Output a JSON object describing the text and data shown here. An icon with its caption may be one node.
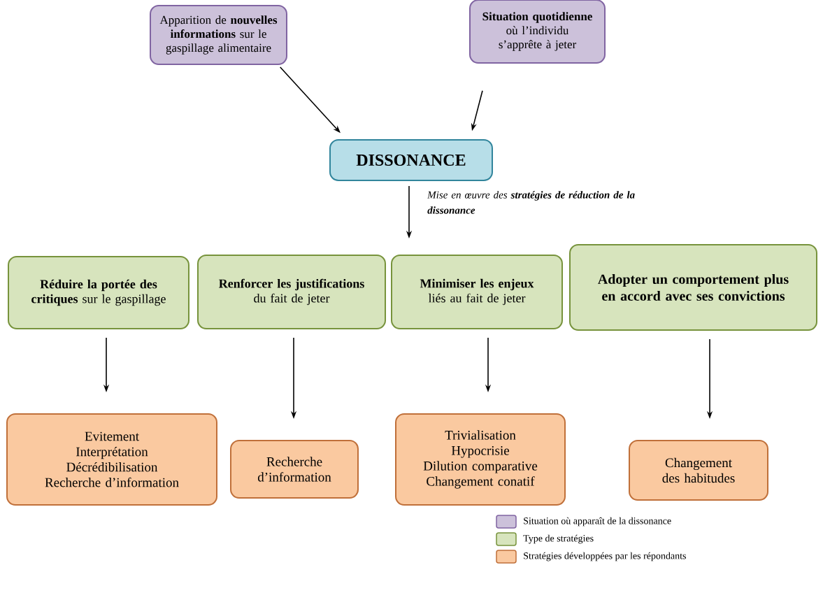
{
  "diagram": {
    "nodes": [
      {
        "text": [
          "Apparition de **nouvelles informations** sur le gaspillage alimentaire"
        ]
      },
      {
        "text": [
          "**Situation quotidienne** où l’individu s’apprête à jeter"
        ]
      },
      {
        "text": [
          "DISSONANCE"
        ]
      },
      {
        "text": [
          "**Réduire la portée des critiques** sur le gaspillage"
        ]
      },
      {
        "text": [
          "**Renforcer les justifications** du fait de jeter"
        ]
      },
      {
        "text": [
          "**Minimiser les enjeux** liés au fait de jeter"
        ]
      },
      {
        "text": [
          "Adopter un comportement plus en accord avec ses convictions"
        ]
      },
      {
        "text": [
          "Evitement",
          "Interprétation",
          "Décrédibilisation",
          "Recherche d’information"
        ]
      },
      {
        "text": [
          "Recherche d’information"
        ]
      },
      {
        "text": [
          "Trivialisation",
          "Hypocrisie",
          "Dilution comparative",
          "Changement conatif"
        ]
      },
      {
        "text": [
          "Changement des habitudes"
        ]
      }
    ],
    "edges": [
      {
        "from": 0,
        "to": 2,
        "arrow": "to"
      },
      {
        "from": 1,
        "to": 2,
        "arrow": "to"
      },
      {
        "from": 2,
        "to": null,
        "arrow": "to",
        "label": "Mise en œuvre des **stratégies de réduction de la dissonance**"
      },
      {
        "from": 3,
        "to": 7,
        "arrow": "to"
      },
      {
        "from": 4,
        "to": 8,
        "arrow": "to"
      },
      {
        "from": 5,
        "to": 9,
        "arrow": "to"
      },
      {
        "from": 6,
        "to": 10,
        "arrow": "to"
      }
    ],
    "legend": [
      {
        "text": "Situation où apparaît de la dissonance",
        "color": "#ccc1da"
      },
      {
        "text": "Type de stratégies",
        "color": "#d7e4bd"
      },
      {
        "text": "Stratégies développées par les répondants",
        "color": "#fac9a0"
      }
    ]
  }
}
